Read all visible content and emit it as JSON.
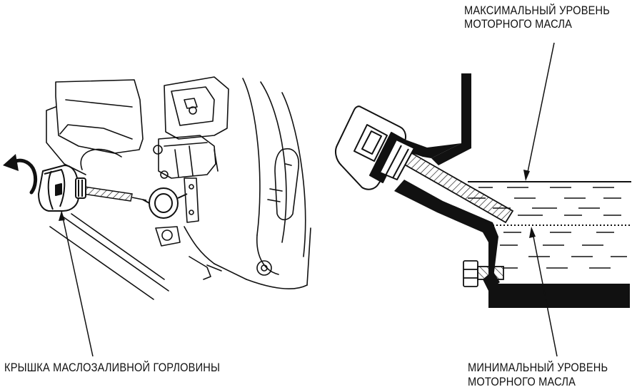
{
  "labels": {
    "filler_cap": "КРЫШКА МАСЛОЗАЛИВНОЙ ГОРЛОВИНЫ",
    "max_level_line1": "МАКСИМАЛЬНЫЙ УРОВЕНЬ",
    "max_level_line2": "МОТОРНОГО МАСЛА",
    "min_level_line1": "МИНИМАЛЬНЫЙ УРОВЕНЬ",
    "min_level_line2": "МОТОРНОГО МАСЛА"
  },
  "icons": {
    "rotation_arrow": "counterclockwise-arrow-icon",
    "filler_cap": "oil-filler-cap-icon",
    "dipstick": "dipstick-icon"
  },
  "colors": {
    "ink": "#111111",
    "paper": "#ffffff"
  }
}
